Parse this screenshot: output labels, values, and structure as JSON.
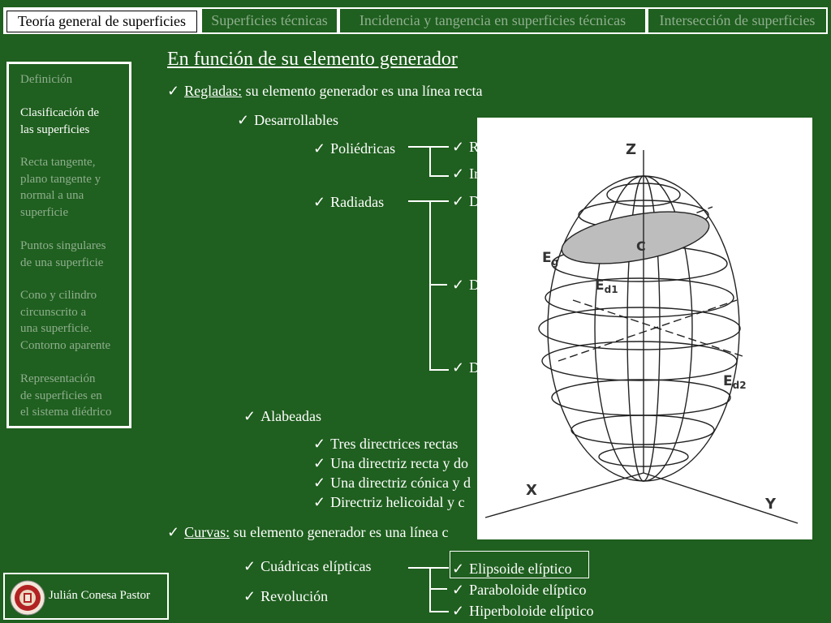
{
  "tabs": [
    {
      "label": "Teoría general de superficies",
      "active": true
    },
    {
      "label": "Superficies técnicas",
      "active": false
    },
    {
      "label": "Incidencia y tangencia en superficies técnicas",
      "active": false
    },
    {
      "label": "Intersección de superficies",
      "active": false
    }
  ],
  "sidebar": {
    "items": [
      {
        "lines": [
          "Definición"
        ],
        "current": false
      },
      {
        "lines": [
          "Clasificación de",
          "las superficies"
        ],
        "current": true
      },
      {
        "lines": [
          "Recta tangente,",
          "plano tangente y",
          "normal a una",
          "superficie"
        ],
        "current": false
      },
      {
        "lines": [
          "Puntos singulares",
          "de una superficie"
        ],
        "current": false
      },
      {
        "lines": [
          "Cono y cilindro",
          "circunscrito a",
          "una superficie.",
          "Contorno aparente"
        ],
        "current": false
      },
      {
        "lines": [
          "Representación",
          "de superficies en",
          "el sistema diédrico"
        ],
        "current": false
      }
    ]
  },
  "author": {
    "name": "Julián Conesa Pastor"
  },
  "content": {
    "title": "En función de su elemento generador",
    "check": "✓",
    "regladas_label": "Regladas:",
    "regladas_text": " su elemento generador es una línea recta",
    "desarrollables": "Desarrollables",
    "poliedricas": "Poliédricas",
    "poli_sub1": "R",
    "poli_sub2": "Ir",
    "radiadas": "Radiadas",
    "rad_sub1": "D",
    "rad_sub2": "D",
    "rad_sub3": "D",
    "alabeadas": "Alabeadas",
    "alab_items": [
      "Tres directrices rectas",
      "Una directriz recta y do",
      "Una directriz cónica y d",
      "Directriz helicoidal y c"
    ],
    "curvas_label": "Curvas:",
    "curvas_text": " su elemento generador es una línea c",
    "cuadricas": "Cuádricas elípticas",
    "revolucion": "Revolución",
    "elip_items": [
      "Elipsoide elíptico",
      "Paraboloide elíptico",
      "Hiperboloide elíptico"
    ]
  },
  "figure": {
    "labels": {
      "z": "Z",
      "x": "X",
      "y": "Y",
      "c": "C",
      "eg": "E",
      "eg_sub": "g",
      "ed1": "E",
      "ed1_sub": "d1",
      "ed2": "E",
      "ed2_sub": "d2"
    },
    "colors": {
      "line": "#222222",
      "fill": "#bdbdbd"
    }
  }
}
